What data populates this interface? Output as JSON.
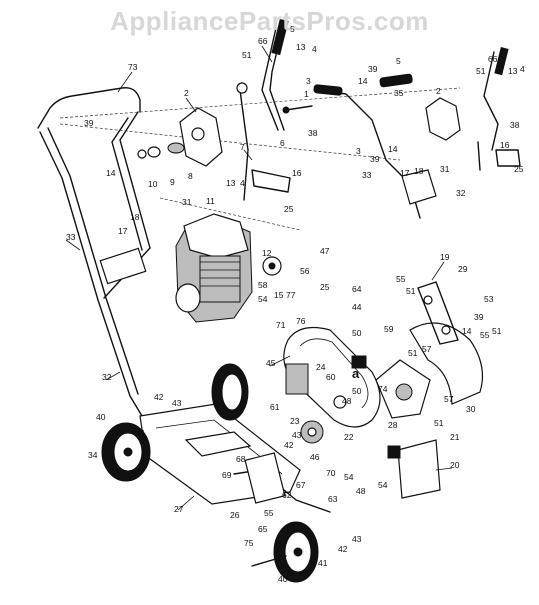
{
  "watermark": "AppliancePartsPros.com",
  "callouts": [
    {
      "id": "c-73",
      "label": "73"
    },
    {
      "id": "c-66a",
      "label": "66"
    },
    {
      "id": "c-5a",
      "label": "5"
    },
    {
      "id": "c-51a",
      "label": "51"
    },
    {
      "id": "c-13a",
      "label": "13"
    },
    {
      "id": "c-4a",
      "label": "4"
    },
    {
      "id": "c-3a",
      "label": "3"
    },
    {
      "id": "c-1",
      "label": "1"
    },
    {
      "id": "c-2a",
      "label": "2"
    },
    {
      "id": "c-39a",
      "label": "39"
    },
    {
      "id": "c-14a",
      "label": "14"
    },
    {
      "id": "c-10",
      "label": "10"
    },
    {
      "id": "c-9",
      "label": "9"
    },
    {
      "id": "c-8",
      "label": "8"
    },
    {
      "id": "c-7",
      "label": "7"
    },
    {
      "id": "c-6",
      "label": "6"
    },
    {
      "id": "c-38a",
      "label": "38"
    },
    {
      "id": "c-13b",
      "label": "13"
    },
    {
      "id": "c-4b",
      "label": "4"
    },
    {
      "id": "c-16",
      "label": "16"
    },
    {
      "id": "c-25a",
      "label": "25"
    },
    {
      "id": "c-31a",
      "label": "31"
    },
    {
      "id": "c-11",
      "label": "11"
    },
    {
      "id": "c-33a",
      "label": "33"
    },
    {
      "id": "c-18a",
      "label": "18"
    },
    {
      "id": "c-17a",
      "label": "17"
    },
    {
      "id": "c-12",
      "label": "12"
    },
    {
      "id": "c-47",
      "label": "47"
    },
    {
      "id": "c-58",
      "label": "58"
    },
    {
      "id": "c-56",
      "label": "56"
    },
    {
      "id": "c-54a",
      "label": "54"
    },
    {
      "id": "c-15",
      "label": "15"
    },
    {
      "id": "c-77",
      "label": "77"
    },
    {
      "id": "c-71",
      "label": "71"
    },
    {
      "id": "c-76",
      "label": "76"
    },
    {
      "id": "c-25b",
      "label": "25"
    },
    {
      "id": "c-64",
      "label": "64"
    },
    {
      "id": "c-44",
      "label": "44"
    },
    {
      "id": "c-32a",
      "label": "32"
    },
    {
      "id": "c-45",
      "label": "45"
    },
    {
      "id": "c-50a",
      "label": "50"
    },
    {
      "id": "c-59",
      "label": "59"
    },
    {
      "id": "c-a1",
      "label": "a"
    },
    {
      "id": "c-24",
      "label": "24"
    },
    {
      "id": "c-60",
      "label": "60"
    },
    {
      "id": "c-50b",
      "label": "50"
    },
    {
      "id": "c-48a",
      "label": "48"
    },
    {
      "id": "c-74",
      "label": "74"
    },
    {
      "id": "c-61",
      "label": "61"
    },
    {
      "id": "c-23",
      "label": "23"
    },
    {
      "id": "c-43a",
      "label": "43"
    },
    {
      "id": "c-42a",
      "label": "42"
    },
    {
      "id": "c-42b",
      "label": "42"
    },
    {
      "id": "c-43b",
      "label": "43"
    },
    {
      "id": "c-40a",
      "label": "40"
    },
    {
      "id": "c-41a",
      "label": "41"
    },
    {
      "id": "c-34",
      "label": "34"
    },
    {
      "id": "c-27",
      "label": "27"
    },
    {
      "id": "c-68",
      "label": "68"
    },
    {
      "id": "c-69",
      "label": "69"
    },
    {
      "id": "c-26",
      "label": "26"
    },
    {
      "id": "c-65",
      "label": "65"
    },
    {
      "id": "c-55a",
      "label": "55"
    },
    {
      "id": "c-62",
      "label": "62"
    },
    {
      "id": "c-67",
      "label": "67"
    },
    {
      "id": "c-46",
      "label": "46"
    },
    {
      "id": "c-22",
      "label": "22"
    },
    {
      "id": "c-70",
      "label": "70"
    },
    {
      "id": "c-54b",
      "label": "54"
    },
    {
      "id": "c-48b",
      "label": "48"
    },
    {
      "id": "c-54c",
      "label": "54"
    },
    {
      "id": "c-28",
      "label": "28"
    },
    {
      "id": "c-63",
      "label": "63"
    },
    {
      "id": "c-43c",
      "label": "43"
    },
    {
      "id": "c-42c",
      "label": "42"
    },
    {
      "id": "c-41b",
      "label": "41"
    },
    {
      "id": "c-40b",
      "label": "40"
    },
    {
      "id": "c-75",
      "label": "75"
    },
    {
      "id": "c-19",
      "label": "19"
    },
    {
      "id": "c-29",
      "label": "29"
    },
    {
      "id": "c-55b",
      "label": "55"
    },
    {
      "id": "c-51b",
      "label": "51"
    },
    {
      "id": "c-53",
      "label": "53"
    },
    {
      "id": "c-39b",
      "label": "39"
    },
    {
      "id": "c-14b",
      "label": "14"
    },
    {
      "id": "c-55c",
      "label": "55"
    },
    {
      "id": "c-51c",
      "label": "51"
    },
    {
      "id": "c-51d",
      "label": "51"
    },
    {
      "id": "c-57a",
      "label": "57"
    },
    {
      "id": "c-57b",
      "label": "57"
    },
    {
      "id": "c-30",
      "label": "30"
    },
    {
      "id": "c-51e",
      "label": "51"
    },
    {
      "id": "c-21",
      "label": "21"
    },
    {
      "id": "c-a2",
      "label": "a"
    },
    {
      "id": "c-20",
      "label": "20"
    },
    {
      "id": "c-5b",
      "label": "5"
    },
    {
      "id": "c-14c",
      "label": "14"
    },
    {
      "id": "c-39c",
      "label": "39"
    },
    {
      "id": "c-35",
      "label": "35"
    },
    {
      "id": "c-3b",
      "label": "3"
    },
    {
      "id": "c-39d",
      "label": "39"
    },
    {
      "id": "c-14d",
      "label": "14"
    },
    {
      "id": "c-33b",
      "label": "33"
    },
    {
      "id": "c-17b",
      "label": "17"
    },
    {
      "id": "c-18b",
      "label": "18"
    },
    {
      "id": "c-31b",
      "label": "31"
    },
    {
      "id": "c-32b",
      "label": "32"
    },
    {
      "id": "c-66b",
      "label": "66"
    },
    {
      "id": "c-51f",
      "label": "51"
    },
    {
      "id": "c-13c",
      "label": "13"
    },
    {
      "id": "c-4c",
      "label": "4"
    },
    {
      "id": "c-2b",
      "label": "2"
    },
    {
      "id": "c-38b",
      "label": "38"
    },
    {
      "id": "c-16b",
      "label": "16"
    },
    {
      "id": "c-25c",
      "label": "25"
    }
  ]
}
